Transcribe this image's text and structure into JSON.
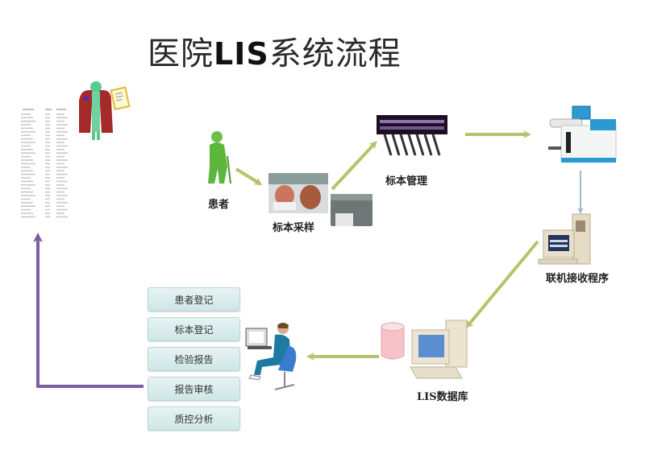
{
  "title": {
    "prefix": "医院",
    "emphasis": "LIS",
    "suffix": "系统流程"
  },
  "nodes": {
    "patient": {
      "label": "患者",
      "icon": "elderly-patient-icon"
    },
    "sampling": {
      "label": "标本采样",
      "icon": "sampling-photo-icon"
    },
    "management": {
      "label": "标本管理",
      "icon": "test-tube-rack-icon"
    },
    "analyzer": {
      "label": "",
      "icon": "lab-analyzer-icon"
    },
    "interface": {
      "label": "联机接收程序",
      "icon": "computer-server-icon"
    },
    "database": {
      "label": "LIS数据库",
      "icon": "database-computer-icon"
    },
    "operator": {
      "label": "",
      "icon": "operator-at-computer-icon"
    },
    "doctor": {
      "label": "",
      "icon": "doctor-with-report-icon"
    },
    "report": {
      "label": "",
      "icon": "printed-report-icon"
    }
  },
  "menu": {
    "items": [
      {
        "label": "患者登记"
      },
      {
        "label": "标本登记"
      },
      {
        "label": "检验报告"
      },
      {
        "label": "报告审核"
      },
      {
        "label": "质控分析"
      }
    ]
  },
  "colors": {
    "flow_arrow": "#b5c46a",
    "return_arrow": "#7b5fa0",
    "connector": "#a8b8c8",
    "menu_fill": "#d9ecec",
    "menu_border": "#b8d6d6"
  }
}
